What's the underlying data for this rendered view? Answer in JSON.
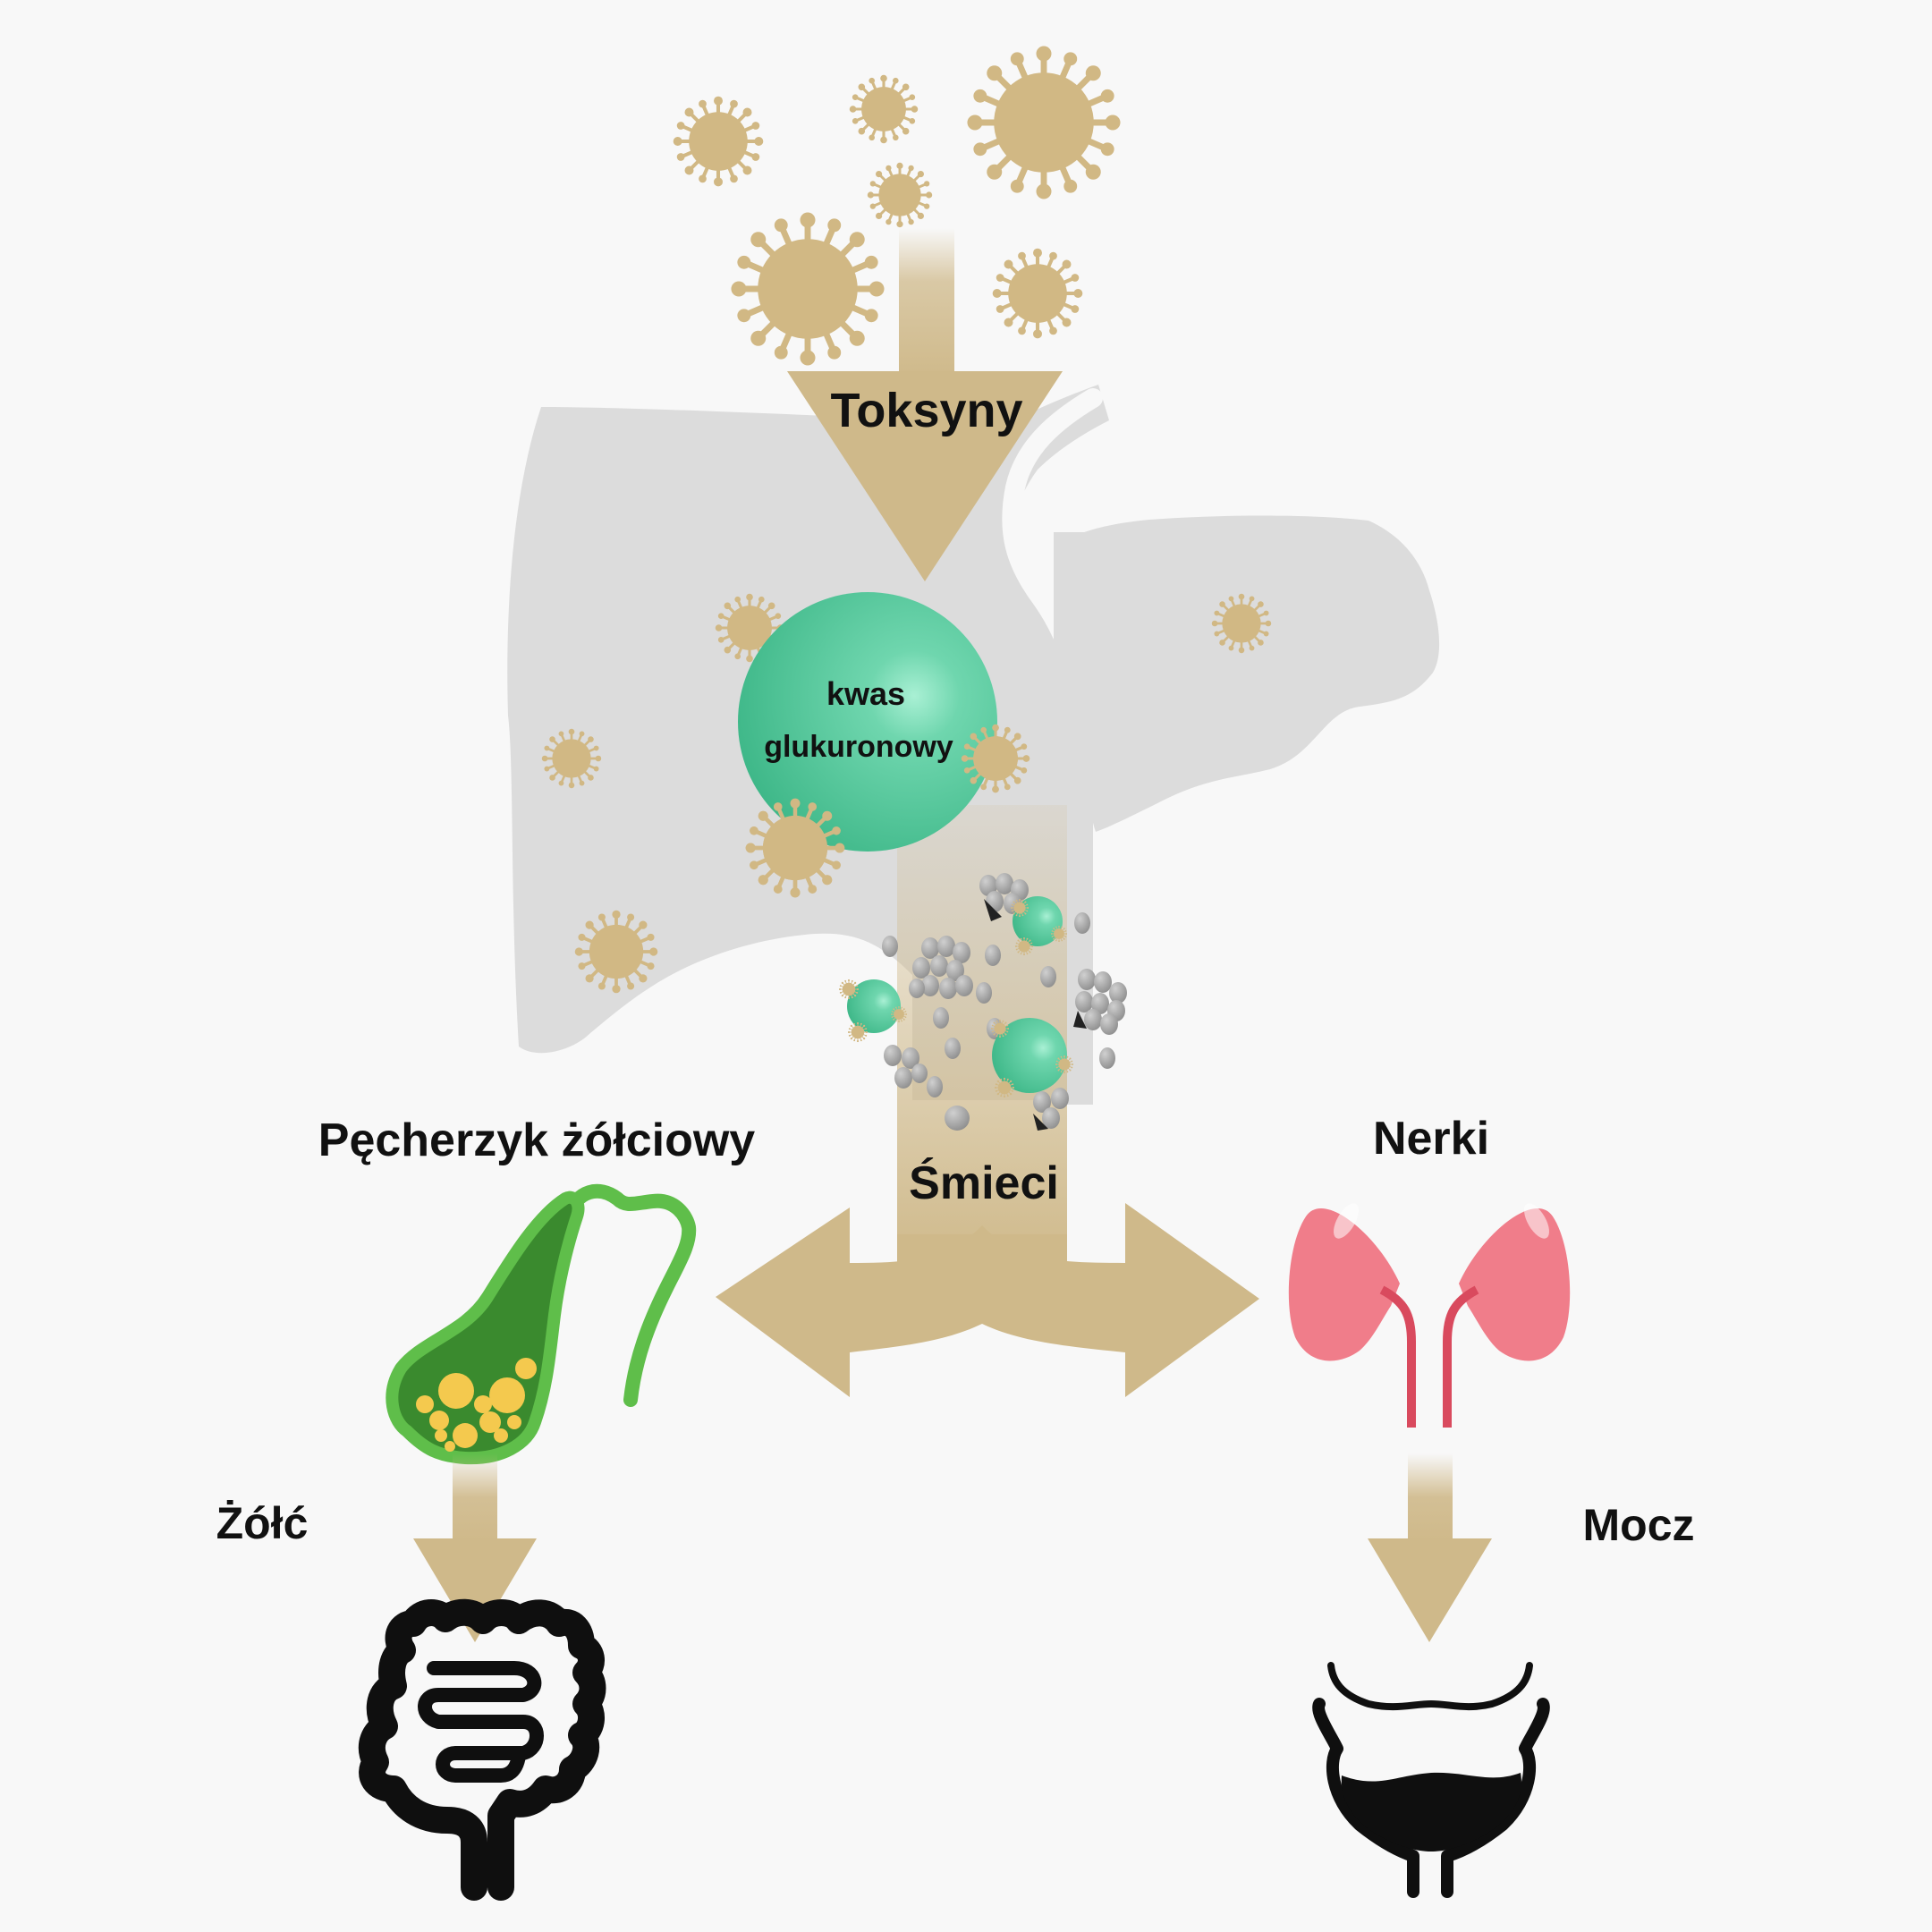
{
  "labels": {
    "toxins": "Toksyny",
    "glucuronic_acid_line1": "kwas",
    "glucuronic_acid_line2": "glukuronowy",
    "waste": "Śmieci",
    "gallbladder": "Pęcherzyk żółciowy",
    "kidneys": "Nerki",
    "bile": "Żółć",
    "urine": "Mocz"
  },
  "colors": {
    "background": "#f8f8f8",
    "liver": "#dcdcdc",
    "arrow_tan": "#cfb98a",
    "virus": "#d1b884",
    "glucuronic_green": "#5dcaa0",
    "gallbladder_green": "#3a8a2e",
    "gallbladder_outline": "#5fbe4a",
    "bile_yellow": "#f4c94e",
    "kidney_pink": "#f07d8a",
    "ureter_red": "#d94a5e",
    "debris_gray": "#9e9e9e",
    "organ_black": "#0f0f0f"
  },
  "icons": [
    "virus-icon",
    "liver-icon",
    "gallbladder-icon",
    "kidneys-icon",
    "intestine-icon",
    "bladder-icon",
    "arrow-icon"
  ]
}
